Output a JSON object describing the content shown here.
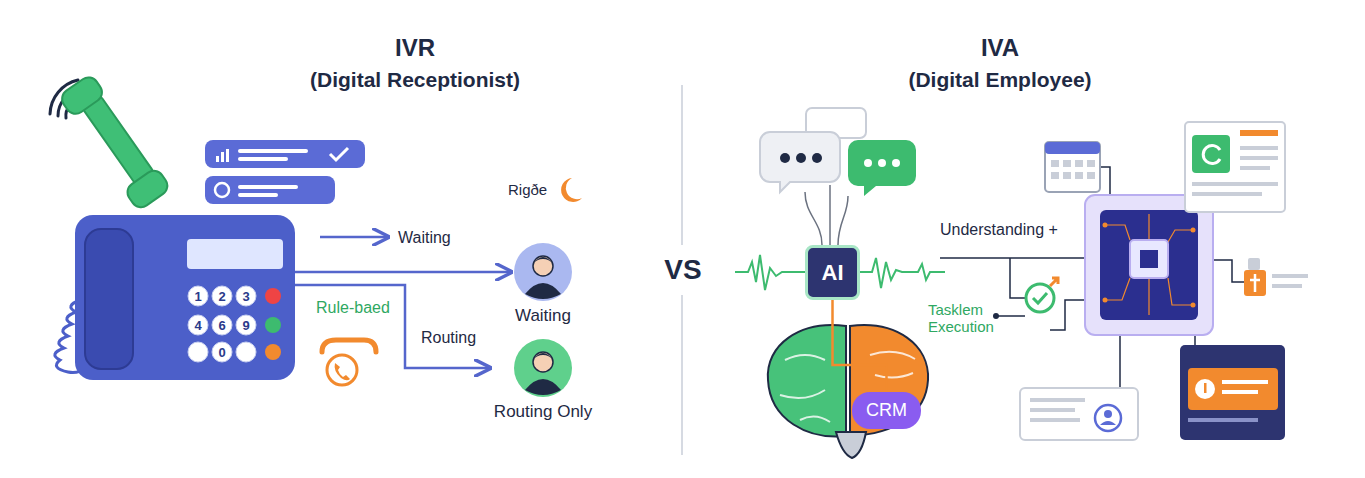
{
  "diagram": {
    "nodes": [
      {
        "text": [
          "1",
          "2",
          "3",
          "4",
          "6",
          "9",
          "0"
        ]
      },
      {
        "text": [
          "Waiting"
        ]
      },
      {
        "text": [
          "Routing Only"
        ]
      },
      {
        "text": [
          "AI"
        ]
      },
      {
        "text": [
          "CRM"
        ]
      }
    ],
    "edges": [
      {
        "from": 0,
        "to": 1,
        "arrow": "to"
      },
      {
        "from": 0,
        "to": 2,
        "arrow": "to",
        "label": "Routing"
      },
      {
        "from": 3,
        "to": 4,
        "arrow": "none"
      }
    ],
    "labels": [
      "IVR",
      "(Digital Receptionist)",
      "IVA",
      "(Digital Employee)",
      "VS",
      "Rigðe",
      "Waiting",
      "Rule-baed",
      "Understanding +",
      "Tasklem Execution"
    ]
  }
}
